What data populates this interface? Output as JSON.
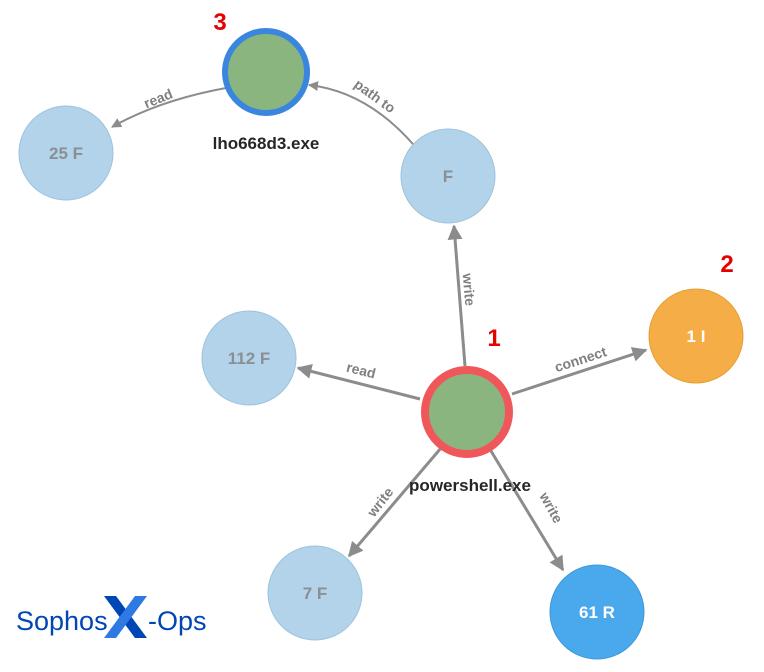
{
  "colors": {
    "file_fill": "#b2d3ea",
    "file_stroke": "#9cc3de",
    "process_fill": "#8ab57f",
    "registry_fill": "#4aa8ec",
    "ip_fill": "#f5ad48",
    "edge": "#8c8c8c",
    "root_ring": "#f0575a",
    "child_ring": "#3a86de",
    "marker": "#e60000",
    "brand": "#0046b4"
  },
  "nodes": {
    "lho": {
      "label": "",
      "caption": "lho668d3.exe",
      "marker": "3"
    },
    "f25": {
      "label": "25 F"
    },
    "fsingle": {
      "label": "F"
    },
    "ip": {
      "label": "1 I",
      "marker": "2"
    },
    "f112": {
      "label": "112 F"
    },
    "powershell": {
      "label": "",
      "caption": "powershell.exe",
      "marker": "1"
    },
    "f7": {
      "label": "7 F"
    },
    "r61": {
      "label": "61 R"
    }
  },
  "edges": {
    "lho_to_f25": {
      "label": "read"
    },
    "f_to_lho": {
      "label": "path to"
    },
    "ps_to_f": {
      "label": "write"
    },
    "ps_to_ip": {
      "label": "connect"
    },
    "ps_to_f112": {
      "label": "read"
    },
    "ps_to_f7": {
      "label": "write"
    },
    "ps_to_r61": {
      "label": "write"
    }
  },
  "logo": {
    "left": "Sophos",
    "right": "-Ops",
    "icon": "x-logo-icon"
  }
}
